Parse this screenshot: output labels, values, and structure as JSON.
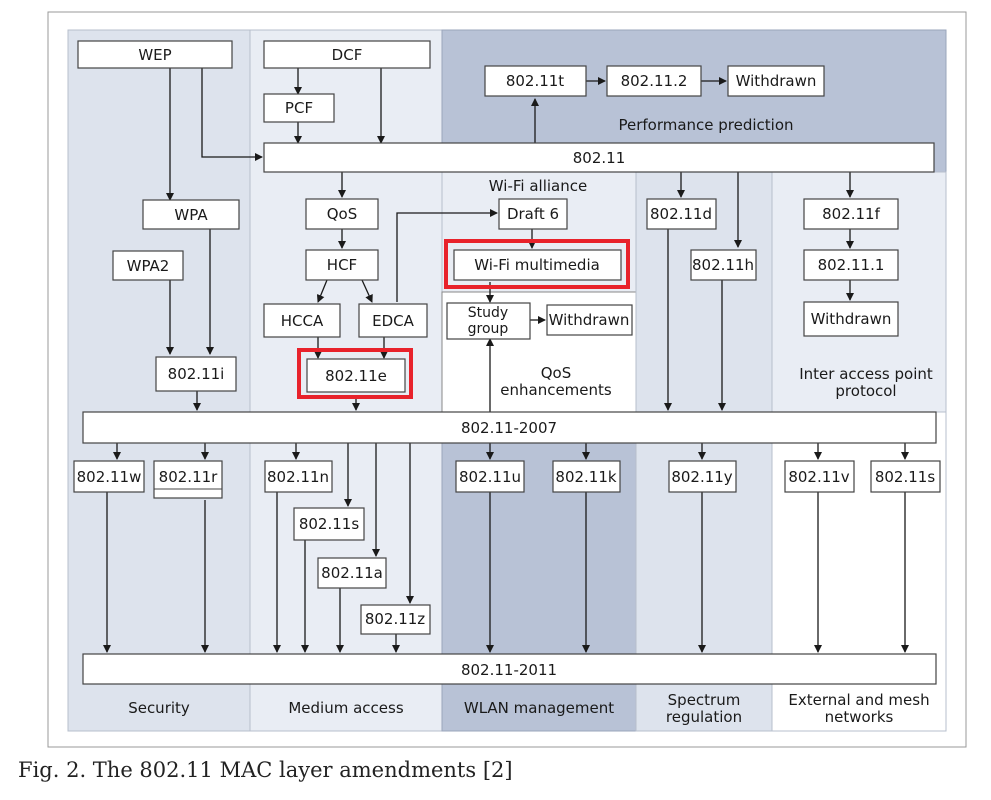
{
  "colors": {
    "light_band": "#dde3ed",
    "lighter_band": "#e9edf4",
    "dark_band": "#b8c2d6",
    "white": "#ffffff",
    "border": "#444444",
    "highlight": "#e8222b",
    "text": "#1a1a1a"
  },
  "columns": {
    "security": "Security",
    "medium_access": "Medium access",
    "wlan_management": "WLAN management",
    "spectrum_regulation": [
      "Spectrum",
      "regulation"
    ],
    "external_mesh": [
      "External and mesh",
      "networks"
    ]
  },
  "region_labels": {
    "performance_prediction": "Performance prediction",
    "wifi_alliance": "Wi-Fi alliance",
    "qos_enhancements": [
      "QoS",
      "enhancements"
    ],
    "inter_access_point": [
      "Inter access point",
      "protocol"
    ]
  },
  "boxes": {
    "wep": "WEP",
    "dcf": "DCF",
    "pcf": "PCF",
    "ieee80211t": "802.11t",
    "ieee80211_2": "802.11.2",
    "withdrawn_top": "Withdrawn",
    "ieee80211": "802.11",
    "wpa": "WPA",
    "wpa2": "WPA2",
    "qos": "QoS",
    "hcf": "HCF",
    "hcca": "HCCA",
    "edca": "EDCA",
    "ieee80211e": "802.11e",
    "draft6": "Draft 6",
    "wifi_multimedia": "Wi-Fi multimedia",
    "study_group": [
      "Study",
      "group"
    ],
    "withdrawn_mid": "Withdrawn",
    "ieee80211d": "802.11d",
    "ieee80211h": "802.11h",
    "ieee80211f": "802.11f",
    "ieee80211_1": "802.11.1",
    "withdrawn_right": "Withdrawn",
    "ieee80211i": "802.11i",
    "ieee80211_2007": "802.11-2007",
    "ieee80211w": "802.11w",
    "ieee80211r": "802.11r",
    "ieee80211n": "802.11n",
    "ieee80211s_ma": "802.11s",
    "ieee80211a": "802.11a",
    "ieee80211z": "802.11z",
    "ieee80211u": "802.11u",
    "ieee80211k": "802.11k",
    "ieee80211y": "802.11y",
    "ieee80211v": "802.11v",
    "ieee80211s_ext": "802.11s",
    "ieee80211_2011": "802.11-2011"
  },
  "caption": "Fig. 2. The 802.11 MAC layer amendments [2]"
}
